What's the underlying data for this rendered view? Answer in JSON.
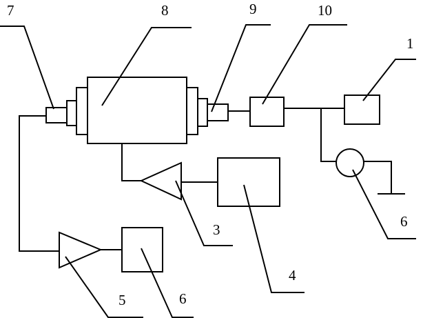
{
  "labels": {
    "l7": "7",
    "l8": "8",
    "l9": "9",
    "l10": "10",
    "l1": "1",
    "l3": "3",
    "l4": "4",
    "l5": "5",
    "l6_left": "6",
    "l6_right": "6"
  }
}
